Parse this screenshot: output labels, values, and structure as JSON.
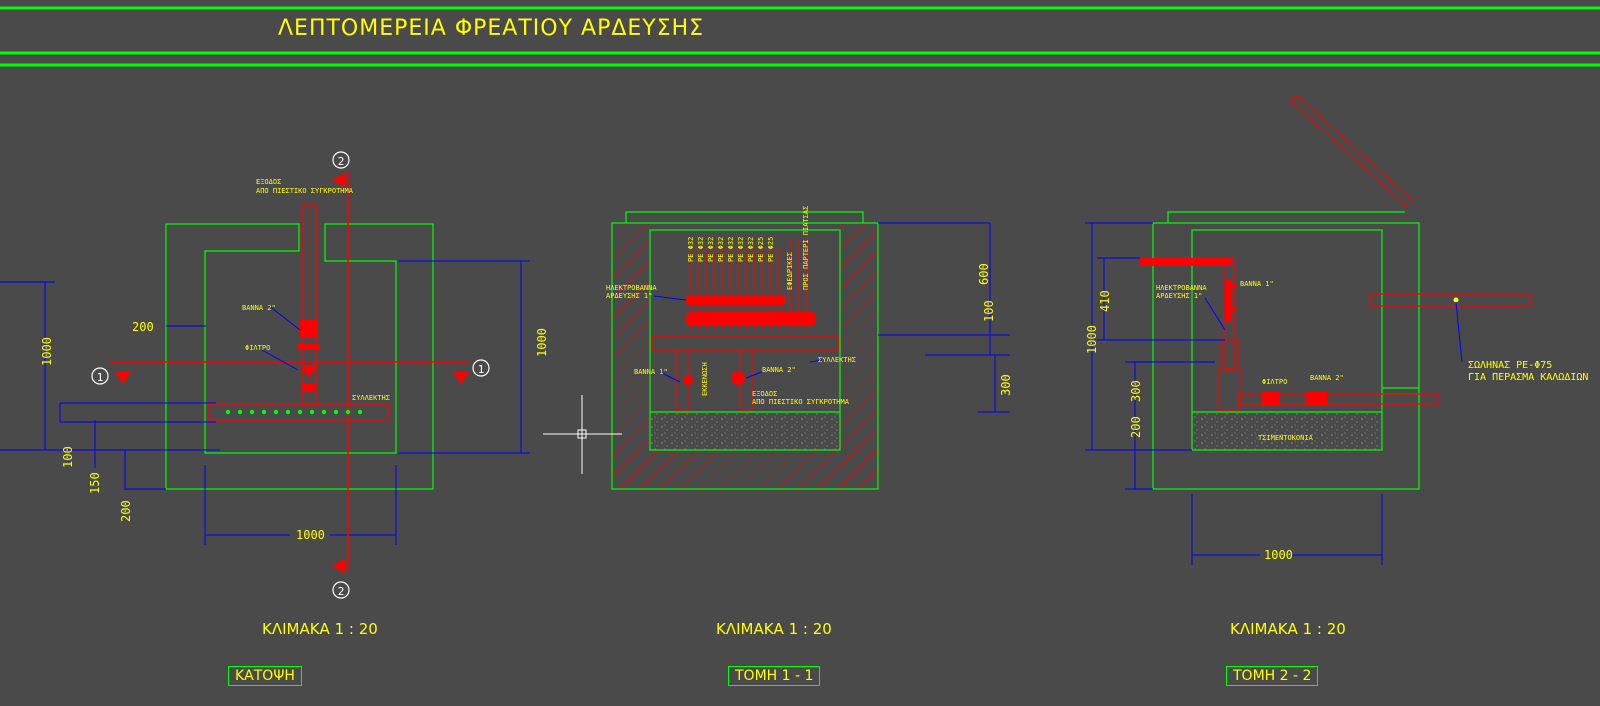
{
  "title": "ΛΕΠΤΟΜΕΡΕΙΑ ΦΡΕΑΤΙΟΥ ΑΡΔΕΥΣΗΣ",
  "colors": {
    "background": "#4a4a4a",
    "wall": "#00ff00",
    "dimension": "#0000ff",
    "pipe": "#ff0000",
    "text": "#ffff00",
    "section_marker": "#ffffff"
  },
  "views": [
    {
      "name": "ΚΑΤΟΨΗ",
      "scale": "ΚΛΙΜΑΚΑ 1 : 20",
      "labels": {
        "outlet": "ΕΞΟΔΟΣ",
        "outlet_sub": "ΑΠΟ ΠΙΕΣΤΙΚΟ ΣΥΓΚΡΟΤΗΜΑ",
        "valve": "ΒΑΝΝΑ 2\"",
        "filter": "ΦΙΛΤΡΟ",
        "collector": "ΣΥΛΛΕΚΤΗΣ"
      },
      "dims": [
        "200",
        "1000",
        "1000",
        "1000",
        "100",
        "150",
        "200"
      ],
      "markers": [
        "1",
        "1",
        "2",
        "2"
      ]
    },
    {
      "name": "ΤΟΜΗ 1 - 1",
      "scale": "ΚΛΙΜΑΚΑ 1 : 20",
      "labels": {
        "solenoid": "ΗΛΕΚΤΡΟΒΑΝΝΑ",
        "solenoid_sub": "ΑΡΔΕΥΣΗΣ 1\"",
        "valve1": "ΒΑΝΝΑ 1\"",
        "drain": "ΕΚΚΕΝΩΣΗ",
        "valve2": "ΒΑΝΝΑ 2\"",
        "outlet": "ΕΞΟΔΟΣ",
        "outlet_sub": "ΑΠΟ ΠΙΕΣΤΙΚΟ ΣΥΓΚΡΟΤΗΜΑ",
        "collector": "ΣΥΛΛΕΚΤΗΣ",
        "spare": "ΕΦΕΔΡΙΚΕΣ",
        "lawn": "ΠΡΟΣ ΠΑΡΤΕΡΙ ΠΙΑΤΣΑΣ"
      },
      "pipe_tags": [
        "PE Φ32",
        "PE Φ32",
        "PE Φ32",
        "PE Φ32",
        "PE Φ32",
        "PE Φ32",
        "PE Φ32",
        "PE Φ25",
        "PE Φ25"
      ],
      "dims": [
        "600",
        "100",
        "300"
      ]
    },
    {
      "name": "ΤΟΜΗ 2 - 2",
      "scale": "ΚΛΙΜΑΚΑ 1 : 20",
      "labels": {
        "solenoid": "ΗΛΕΚΤΡΟΒΑΝΝΑ",
        "solenoid_sub": "ΑΡΔΕΥΣΗΣ 1\"",
        "valve1": "ΒΑΝΝΑ 1\"",
        "filter": "ΦΙΛΤΡΟ",
        "valve2": "ΒΑΝΝΑ 2\"",
        "gravel": "ΤΣΙΜΕΝΤΟΚΟΝΙΑ",
        "sleeve": "ΣΩΛΗΝΑΣ PE-Φ75",
        "sleeve_sub": "ΓΙΑ ΠΕΡΑΣΜΑ ΚΑΛΩΔΙΩΝ"
      },
      "dims": [
        "410",
        "1000",
        "300",
        "200",
        "1000"
      ]
    }
  ]
}
